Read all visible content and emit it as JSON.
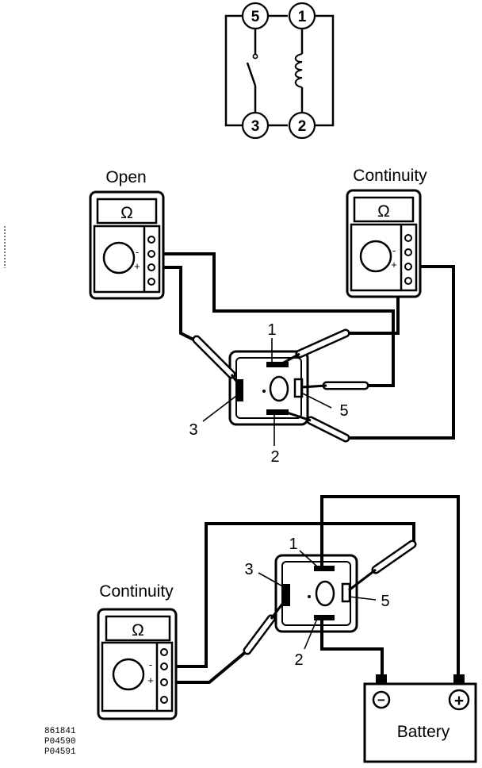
{
  "schematic": {
    "terminals": [
      "5",
      "1",
      "3",
      "2"
    ]
  },
  "test_open_continuity": {
    "meter_left_label": "Open",
    "meter_right_label": "Continuity",
    "terminal_labels": [
      "1",
      "3",
      "5",
      "2"
    ]
  },
  "test_battery": {
    "meter_label": "Continuity",
    "battery_label": "Battery",
    "terminal_labels": [
      "1",
      "3",
      "5",
      "2"
    ]
  },
  "meter_symbol": "Ω",
  "meter_pole_minus": "-",
  "meter_pole_plus": "+",
  "battery_minus": "−",
  "battery_plus": "+",
  "codes": [
    "861841",
    "P04590",
    "P04591"
  ]
}
